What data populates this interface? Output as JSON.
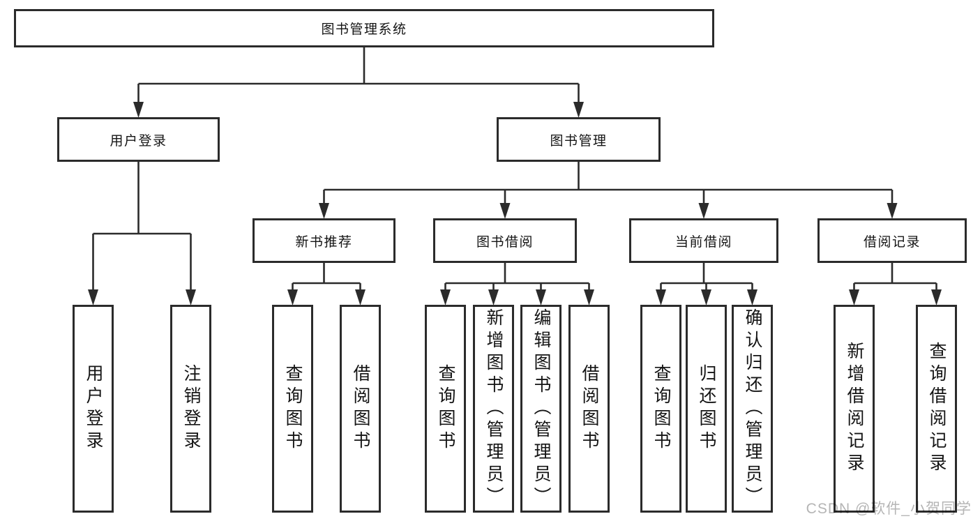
{
  "tree": {
    "root": {
      "label": "图书管理系统"
    },
    "branches": [
      {
        "label": "用户登录",
        "leaves": [
          "用户登录",
          "注销登录"
        ]
      },
      {
        "label": "图书管理",
        "subbranches": [
          {
            "label": "新书推荐",
            "leaves": [
              "查询图书",
              "借阅图书"
            ]
          },
          {
            "label": "图书借阅",
            "leaves": [
              "查询图书",
              "新增图书（管理员）",
              "编辑图书（管理员）",
              "借阅图书"
            ]
          },
          {
            "label": "当前借阅",
            "leaves": [
              "查询图书",
              "归还图书",
              "确认归还（管理员）"
            ]
          },
          {
            "label": "借阅记录",
            "leaves": [
              "新增借阅记录",
              "查询借阅记录"
            ]
          }
        ]
      }
    ]
  },
  "watermark": {
    "text": "CSDN @软件_小贺同学",
    "color": "#b5b5b5"
  },
  "colors": {
    "line": "#2b2b2b",
    "text": "#141414",
    "background": "#ffffff"
  }
}
